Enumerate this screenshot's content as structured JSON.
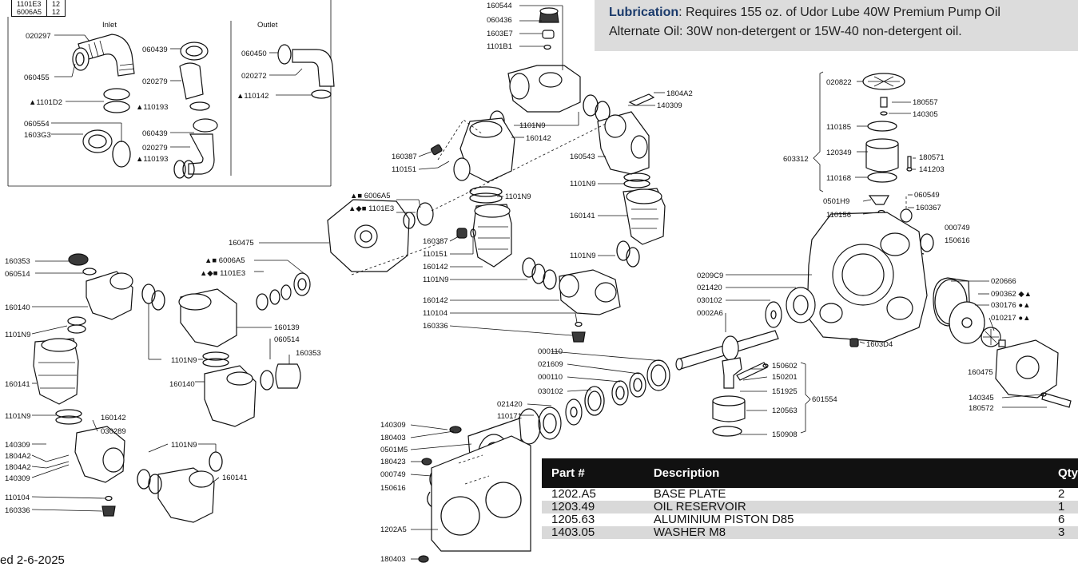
{
  "lubrication": {
    "label": "Lubrication",
    "text": ":  Requires 155 oz. of Udor Lube 40W Premium Pump Oil",
    "alt_text": "Alternate Oil:  30W non-detergent or 15W-40 non-detergent oil."
  },
  "revision": "ed 2-6-2025",
  "mini_table": {
    "rows": [
      {
        "part": "1101E3",
        "qty": "12"
      },
      {
        "part": "6006A5",
        "qty": "12"
      }
    ]
  },
  "inset": {
    "inlet": "Inlet",
    "outlet": "Outlet"
  },
  "parts_table": {
    "headers": {
      "part": "Part #",
      "description": "Description",
      "qty": "Qty"
    },
    "rows": [
      {
        "part": "1202.A5",
        "description": "BASE PLATE",
        "qty": "2"
      },
      {
        "part": "1203.49",
        "description": "OIL RESERVOIR",
        "qty": "1"
      },
      {
        "part": "1205.63",
        "description": "ALUMINIUM PISTON D85",
        "qty": "6"
      },
      {
        "part": "1403.05",
        "description": "WASHER M8",
        "qty": "3"
      }
    ]
  },
  "callouts": {
    "i020297": "020297",
    "i060455": "060455",
    "i1101D2": "▲1101D2",
    "i060554": "060554",
    "i1603G3": "1603G3",
    "i060439a": "060439",
    "i020279a": "020279",
    "i110193a": "▲110193",
    "i060439b": "060439",
    "i020279b": "020279",
    "i110193b": "▲110193",
    "i060450": "060450",
    "i020272": "020272",
    "i110142": "▲110142",
    "c160544": "160544",
    "c060436": "060436",
    "c1603E7": "1603E7",
    "c1101B1": "1101B1",
    "c1804A2": "1804A2",
    "c140309t": "140309",
    "c1101N9a": "1101N9",
    "c160142a": "160142",
    "c160387a": "160387",
    "c110151a": "110151",
    "c160543": "160543",
    "c1101N9b": "1101N9",
    "c6006A5a": "▲■ 6006A5",
    "c1101E3a": "▲◆■ 1101E3",
    "c1101N9c": "1101N9",
    "c160141a": "160141",
    "c160475a": "160475",
    "c160387b": "160387",
    "c110151b": "110151",
    "c160142b": "160142",
    "c1101N9d": "1101N9",
    "c1101N9e": "1101N9",
    "c6006A5b": "▲■ 6006A5",
    "c1101E3b": "▲◆■ 1101E3",
    "c160142c": "160142",
    "c110104a": "110104",
    "c160336a": "160336",
    "l160353": "160353",
    "l060514": "060514",
    "l160140": "160140",
    "l1101N9a": "1101N9",
    "l160141": "160141",
    "l1101N9b": "1101N9",
    "l140309a": "140309",
    "l1804A2a": "1804A2",
    "l1804A2b": "1804A2",
    "l140309b": "140309",
    "l110104": "110104",
    "l160336": "160336",
    "l160142": "160142",
    "l030289": "030289",
    "m160139": "160139",
    "m060514": "060514",
    "m160353": "160353",
    "m1101N9a": "1101N9",
    "m160140": "160140",
    "m1101N9b": "1101N9",
    "m160141": "160141",
    "r020822": "020822",
    "r180557": "180557",
    "r140305": "140305",
    "r110185": "110185",
    "r120349": "120349",
    "r603312": "603312",
    "r180571": "180571",
    "r141203": "141203",
    "r110168": "110168",
    "r0501H9": "0501H9",
    "r060549": "060549",
    "r110156": "110156",
    "r160367": "160367",
    "r000749": "000749",
    "r150616": "150616",
    "r0209C9": "0209C9",
    "r021420": "021420",
    "r030102": "030102",
    "r0002A6": "0002A6",
    "r1603D4": "1603D4",
    "r020666": "020666",
    "r090362": "090362 ◆▲",
    "r030176": "030176 ●▲",
    "r010217": "010217 ●▲",
    "r160475": "160475",
    "r140345": "140345",
    "r180572": "180572",
    "s000110a": "000110",
    "s021609": "021609",
    "s000110b": "000110",
    "s030102": "030102",
    "s021420": "021420",
    "s110171": "110171",
    "s150602": "150602",
    "s150201": "150201",
    "s151925": "151925",
    "s601554": "601554",
    "s120563": "120563",
    "s150908": "150908",
    "b140309": "140309",
    "b180403a": "180403",
    "b0501M5": "0501M5",
    "b180423": "180423",
    "b000749": "000749",
    "b150616": "150616",
    "b1202A5": "1202A5",
    "b180403b": "180403"
  }
}
